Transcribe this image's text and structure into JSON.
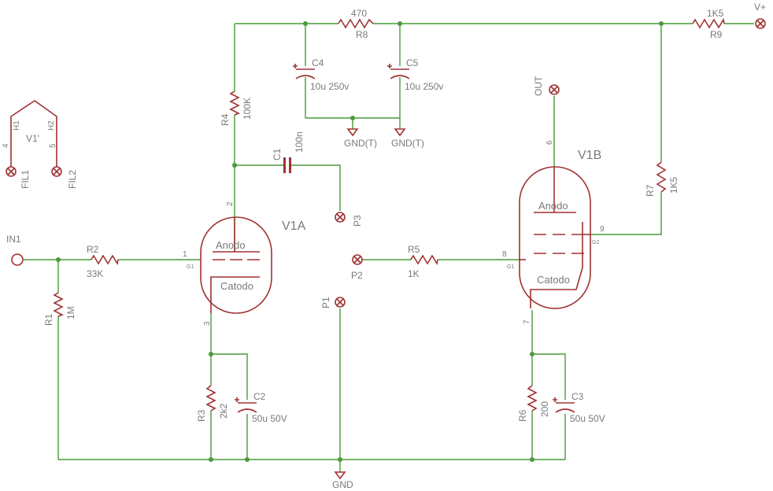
{
  "parts": {
    "R1": {
      "name": "R1",
      "value": "1M"
    },
    "R2": {
      "name": "R2",
      "value": "33K"
    },
    "R3": {
      "name": "R3",
      "value": "2k2"
    },
    "R4": {
      "name": "R4",
      "value": "100K"
    },
    "R5": {
      "name": "R5",
      "value": "1K"
    },
    "R6": {
      "name": "R6",
      "value": "200"
    },
    "R7": {
      "name": "R7",
      "value": "1K5"
    },
    "R8": {
      "name": "R8",
      "value": "470"
    },
    "R9": {
      "name": "R9",
      "value": "1K5"
    },
    "C1": {
      "name": "C1",
      "value": "100n"
    },
    "C2": {
      "name": "C2",
      "value": "50u 50V"
    },
    "C3": {
      "name": "C3",
      "value": "50u 50V"
    },
    "C4": {
      "name": "C4",
      "value": "10u 250v"
    },
    "C5": {
      "name": "C5",
      "value": "10u 250v"
    }
  },
  "tubes": {
    "v1a": {
      "name": "V1A",
      "anode": "Anodo",
      "cathode": "Catodo",
      "grid_pin": "1",
      "grid_label": "G1",
      "anode_pin": "2",
      "cathode_pin": "3"
    },
    "v1b": {
      "name": "V1B",
      "anode": "Anodo",
      "cathode": "Catodo",
      "grid_pin": "8",
      "grid_label": "G1",
      "g2_pin": "9",
      "g2_label": "G2",
      "anode_pin": "6",
      "cathode_pin": "7"
    },
    "v1heater": {
      "name": "V1'",
      "h1": "H1",
      "h2": "H2",
      "pin4": "4",
      "pin5": "5"
    }
  },
  "connectors": {
    "in1": "IN1",
    "out": "OUT",
    "vplus": "V+",
    "p1": "P1",
    "p2": "P2",
    "p3": "P3",
    "fil1": "FIL1",
    "fil2": "FIL2"
  },
  "grounds": {
    "gnd": "GND",
    "gnd_t1": "GND(T)",
    "gnd_t2": "GND(T)"
  },
  "colors": {
    "wire": "#4a9a3a",
    "component": "#a03232",
    "label": "#7a7a7a"
  }
}
